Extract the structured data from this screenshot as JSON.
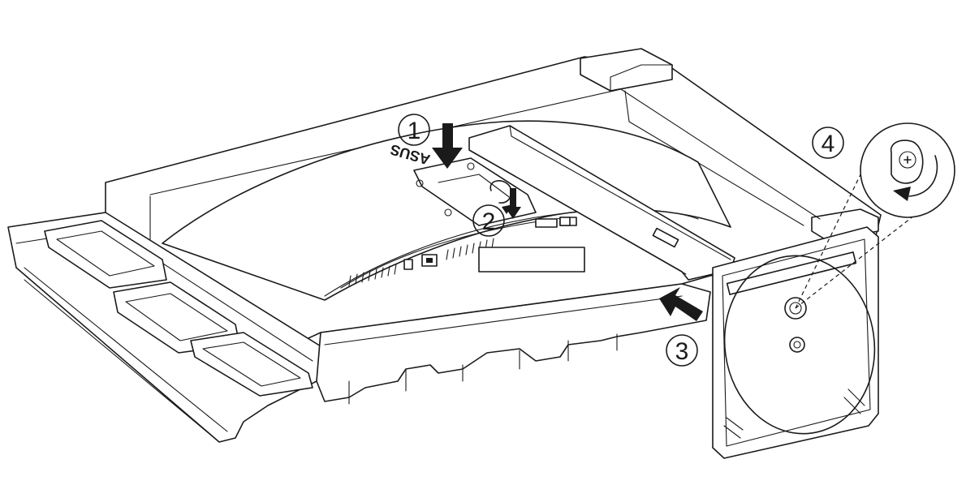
{
  "diagram": {
    "steps": [
      {
        "label": "1"
      },
      {
        "label": "2"
      },
      {
        "label": "3"
      },
      {
        "label": "4"
      }
    ],
    "logo_text": "ASUS",
    "colors": {
      "line": "#1a1a1a",
      "background": "#ffffff"
    }
  }
}
